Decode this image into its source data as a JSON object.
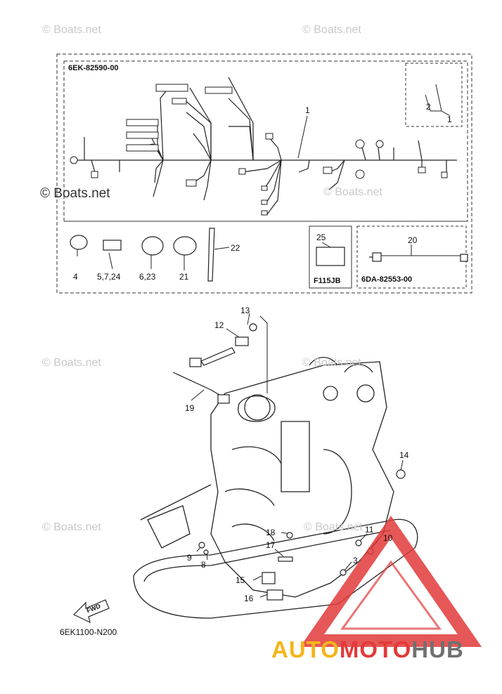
{
  "diagram": {
    "group_codes": {
      "main_harness": "6EK-82590-00",
      "sub_harness": "6DA-82553-00",
      "model": "F115JB",
      "drawing": "6EK1100-N200"
    },
    "callouts": {
      "c1": "1",
      "c2": "2",
      "c1b": "1",
      "c4": "4",
      "c5": "5,7,24",
      "c6": "6,23",
      "c21": "21",
      "c22": "22",
      "c25": "25",
      "c20": "20",
      "c13": "13",
      "c12": "12",
      "c19": "19",
      "c14": "14",
      "c11": "11",
      "c10": "10",
      "c3": "3",
      "c18": "18",
      "c17": "17",
      "c15": "15",
      "c16": "16",
      "c9": "9",
      "c8": "8"
    },
    "fwd_label": "FWD"
  },
  "watermarks": {
    "text": "© Boats.net"
  },
  "brand": {
    "part1": "AUTO",
    "part2": "MOTO",
    "part3": "HUB",
    "colors": {
      "auto": "#f4b51a",
      "moto": "#e23a3a",
      "hub": "#707070"
    }
  }
}
